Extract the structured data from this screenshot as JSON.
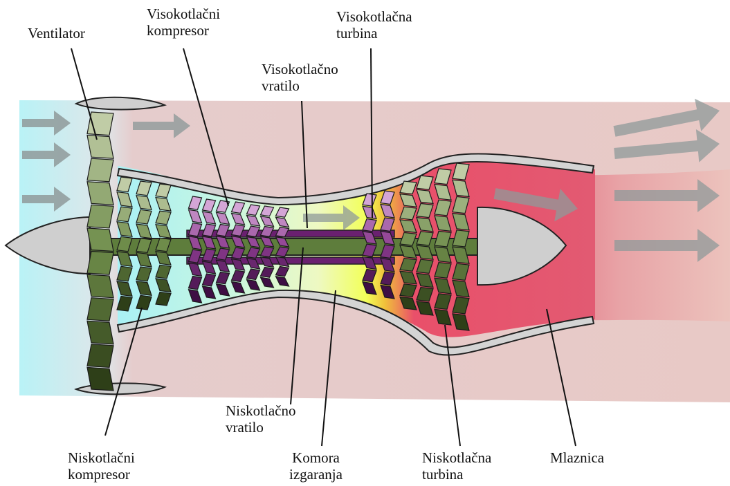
{
  "labels": {
    "fan": [
      "Ventilator"
    ],
    "hp_compressor": [
      "Visokotlačni",
      "kompresor"
    ],
    "hp_turbine": [
      "Visokotlačna",
      "turbina"
    ],
    "hp_shaft": [
      "Visokotlačno",
      "vratilo"
    ],
    "lp_shaft": [
      "Niskotlačno",
      "vratilo"
    ],
    "lp_compressor": [
      "Niskotlačni",
      "kompresor"
    ],
    "combustor": [
      "Komora",
      "izgaranja"
    ],
    "lp_turbine": [
      "Niskotlačna",
      "turbina"
    ],
    "nozzle": [
      "Mlaznica"
    ]
  },
  "colors": {
    "cold_air": "#b9f0f3",
    "bypass_air": "#e6c9c9",
    "hot_exhaust": "#e0566f",
    "combustor_glow": "#ecff7a",
    "lp_spool": "#4f6b34",
    "hp_spool": "#7a2a7a",
    "casing": "#d2d2d2",
    "arrow": "#8f9a9a"
  }
}
